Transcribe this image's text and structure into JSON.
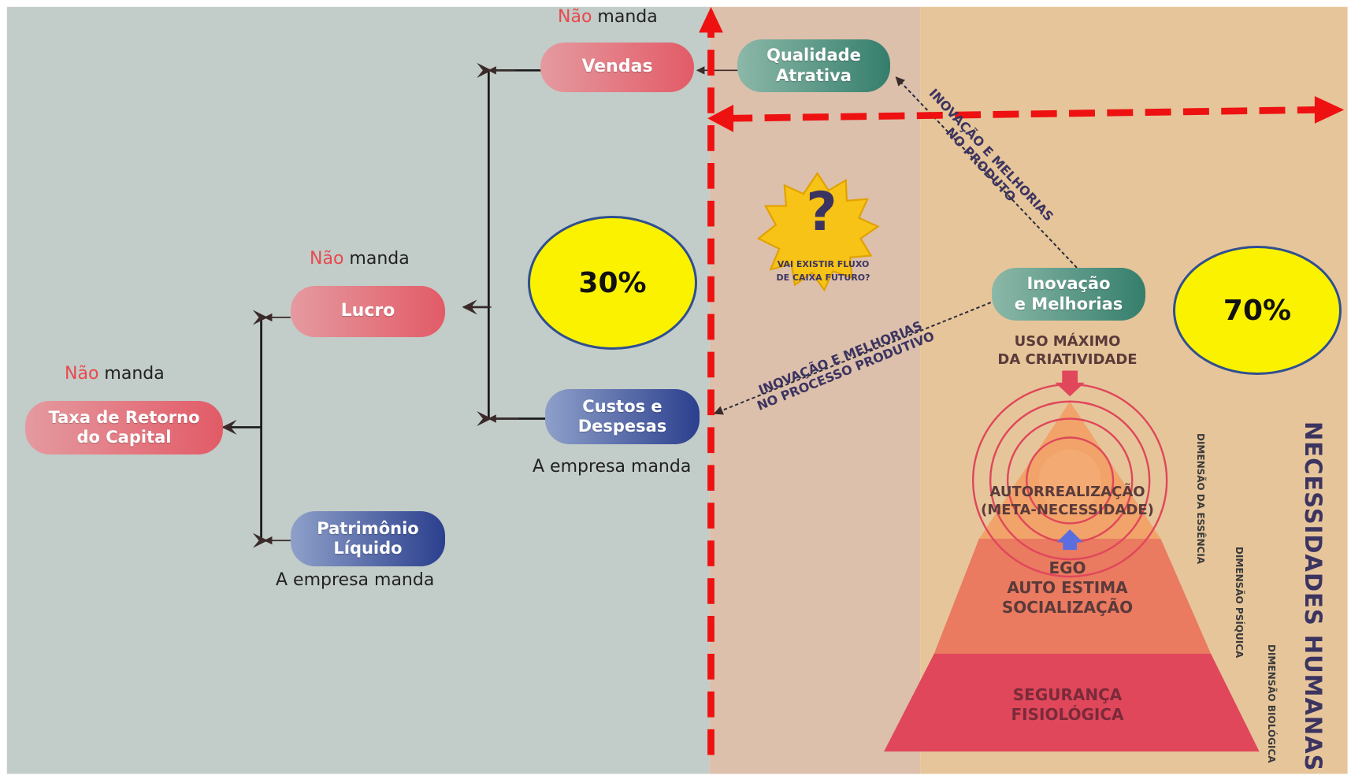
{
  "nodes": {
    "taxa": [
      "Taxa de Retorno",
      "do Capital"
    ],
    "lucro": "Lucro",
    "vendas": "Vendas",
    "custos": [
      "Custos e",
      "Despesas"
    ],
    "patrimonio": [
      "Patrimônio",
      "Líquido"
    ],
    "qualidade": [
      "Qualidade",
      "Atrativa"
    ],
    "inovacao": [
      "Inovação",
      "e Melhorias"
    ]
  },
  "notes": {
    "nao": "Não",
    "manda": "manda",
    "empresa_manda": "A empresa manda"
  },
  "bubbles": {
    "left": "30%",
    "right": "70%"
  },
  "question": {
    "mark": "?",
    "text": [
      "VAI EXISTIR FLUXO",
      "DE CAIXA FUTURO?"
    ]
  },
  "diagonal_labels": {
    "produto": [
      "INOVAÇÃO E MELHORIAS",
      "NO PRODUTO"
    ],
    "processo": [
      "INOVAÇÃO E MELHORIAS",
      "NO PROCESSO PRODUTIVO"
    ]
  },
  "pyramid": {
    "top_label": [
      "USO MÁXIMO",
      "DA CRIATIVIDADE"
    ],
    "autorrealizacao": [
      "AUTORREALIZAÇÃO",
      "(META-NECESSIDADE)"
    ],
    "ego": [
      "EGO",
      "AUTO ESTIMA",
      "SOCIALIZAÇÃO"
    ],
    "seguranca": [
      "SEGURANÇA",
      "FISIOLÓGICA"
    ],
    "dimensions": [
      "DIMENSÃO DA ESSÊNCIA",
      "DIMENSÃO PSÍQUICA",
      "DIMENSÃO BIOLÓGICA"
    ],
    "title": "NECESSIDADES HUMANAS"
  },
  "colors": {
    "left_bg": "#c2ccc8",
    "mid_bg": "#dcc0ab",
    "right_bg": "#e6c59a",
    "red_dash": "#ee1111",
    "bubble": "#fbf200"
  }
}
